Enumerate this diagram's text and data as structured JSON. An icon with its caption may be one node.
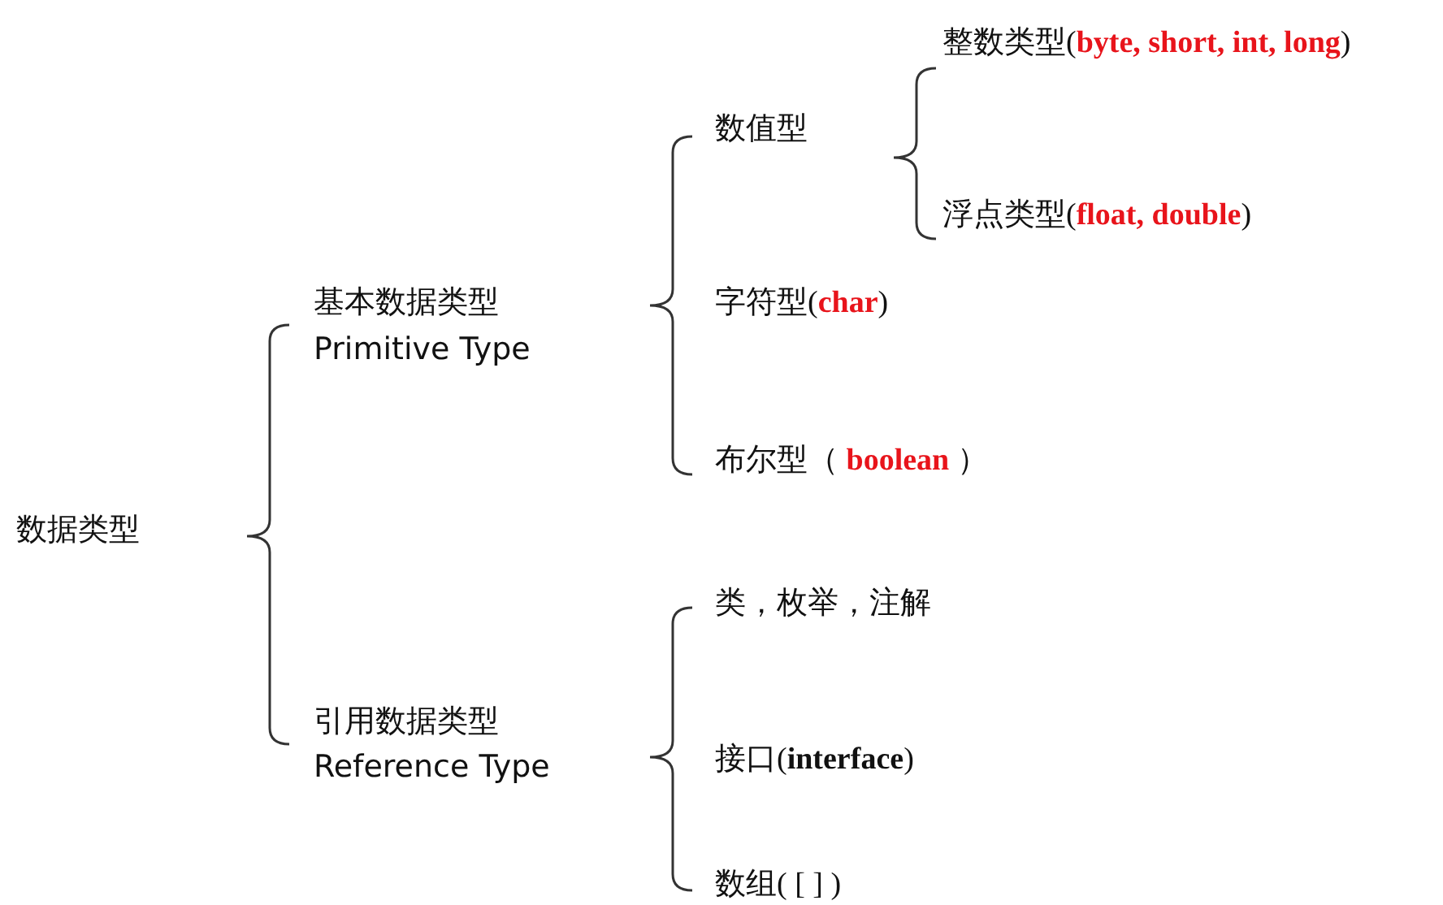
{
  "diagram": {
    "labels": [
      "整数类型(**byte, short, int, long**)",
      "数值型",
      "浮点类型(**float, double**)",
      "基本数据类型",
      "Primitive Type",
      "字符型(**char**)",
      "布尔型（ **boolean** ）",
      "数据类型",
      "类，枚举，注解",
      "引用数据类型",
      "Reference Type",
      "接口(**interface**)",
      "数组( [ ] )"
    ]
  }
}
